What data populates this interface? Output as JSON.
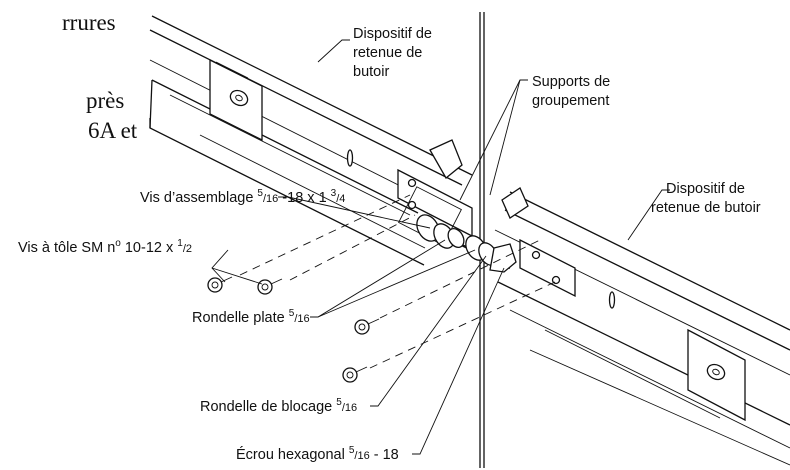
{
  "fragments": {
    "line1": "rrures",
    "line2": "près",
    "line3": "6A et"
  },
  "labels": {
    "bumper_retainer_top": [
      "Dispositif de",
      "retenue de",
      "butoir"
    ],
    "gang_brackets": [
      "Supports de",
      "groupement"
    ],
    "bumper_retainer_right": [
      "Dispositif de",
      "retenue de butoir"
    ],
    "carriage_bolt": {
      "text": "Vis d’assemblage ",
      "sup1": "5",
      "sub1": "/16",
      "mid": " -18 x 1 ",
      "sup2": "3",
      "sub2": "/4"
    },
    "sheet_metal_screw": {
      "text": "Vis à tôle SM n",
      "sup1": "o",
      "mid": " 10-12 x ",
      "sup2": "1",
      "sub2": "/2"
    },
    "flat_washer": {
      "text": "Rondelle plate ",
      "sup1": "5",
      "sub1": "/16"
    },
    "lock_washer": {
      "text": "Rondelle de blocage ",
      "sup1": "5",
      "sub1": "/16"
    },
    "hex_nut": {
      "text": "Écrou hexagonal ",
      "sup1": "5",
      "sub1": "/16",
      "mid": " - 18"
    }
  }
}
